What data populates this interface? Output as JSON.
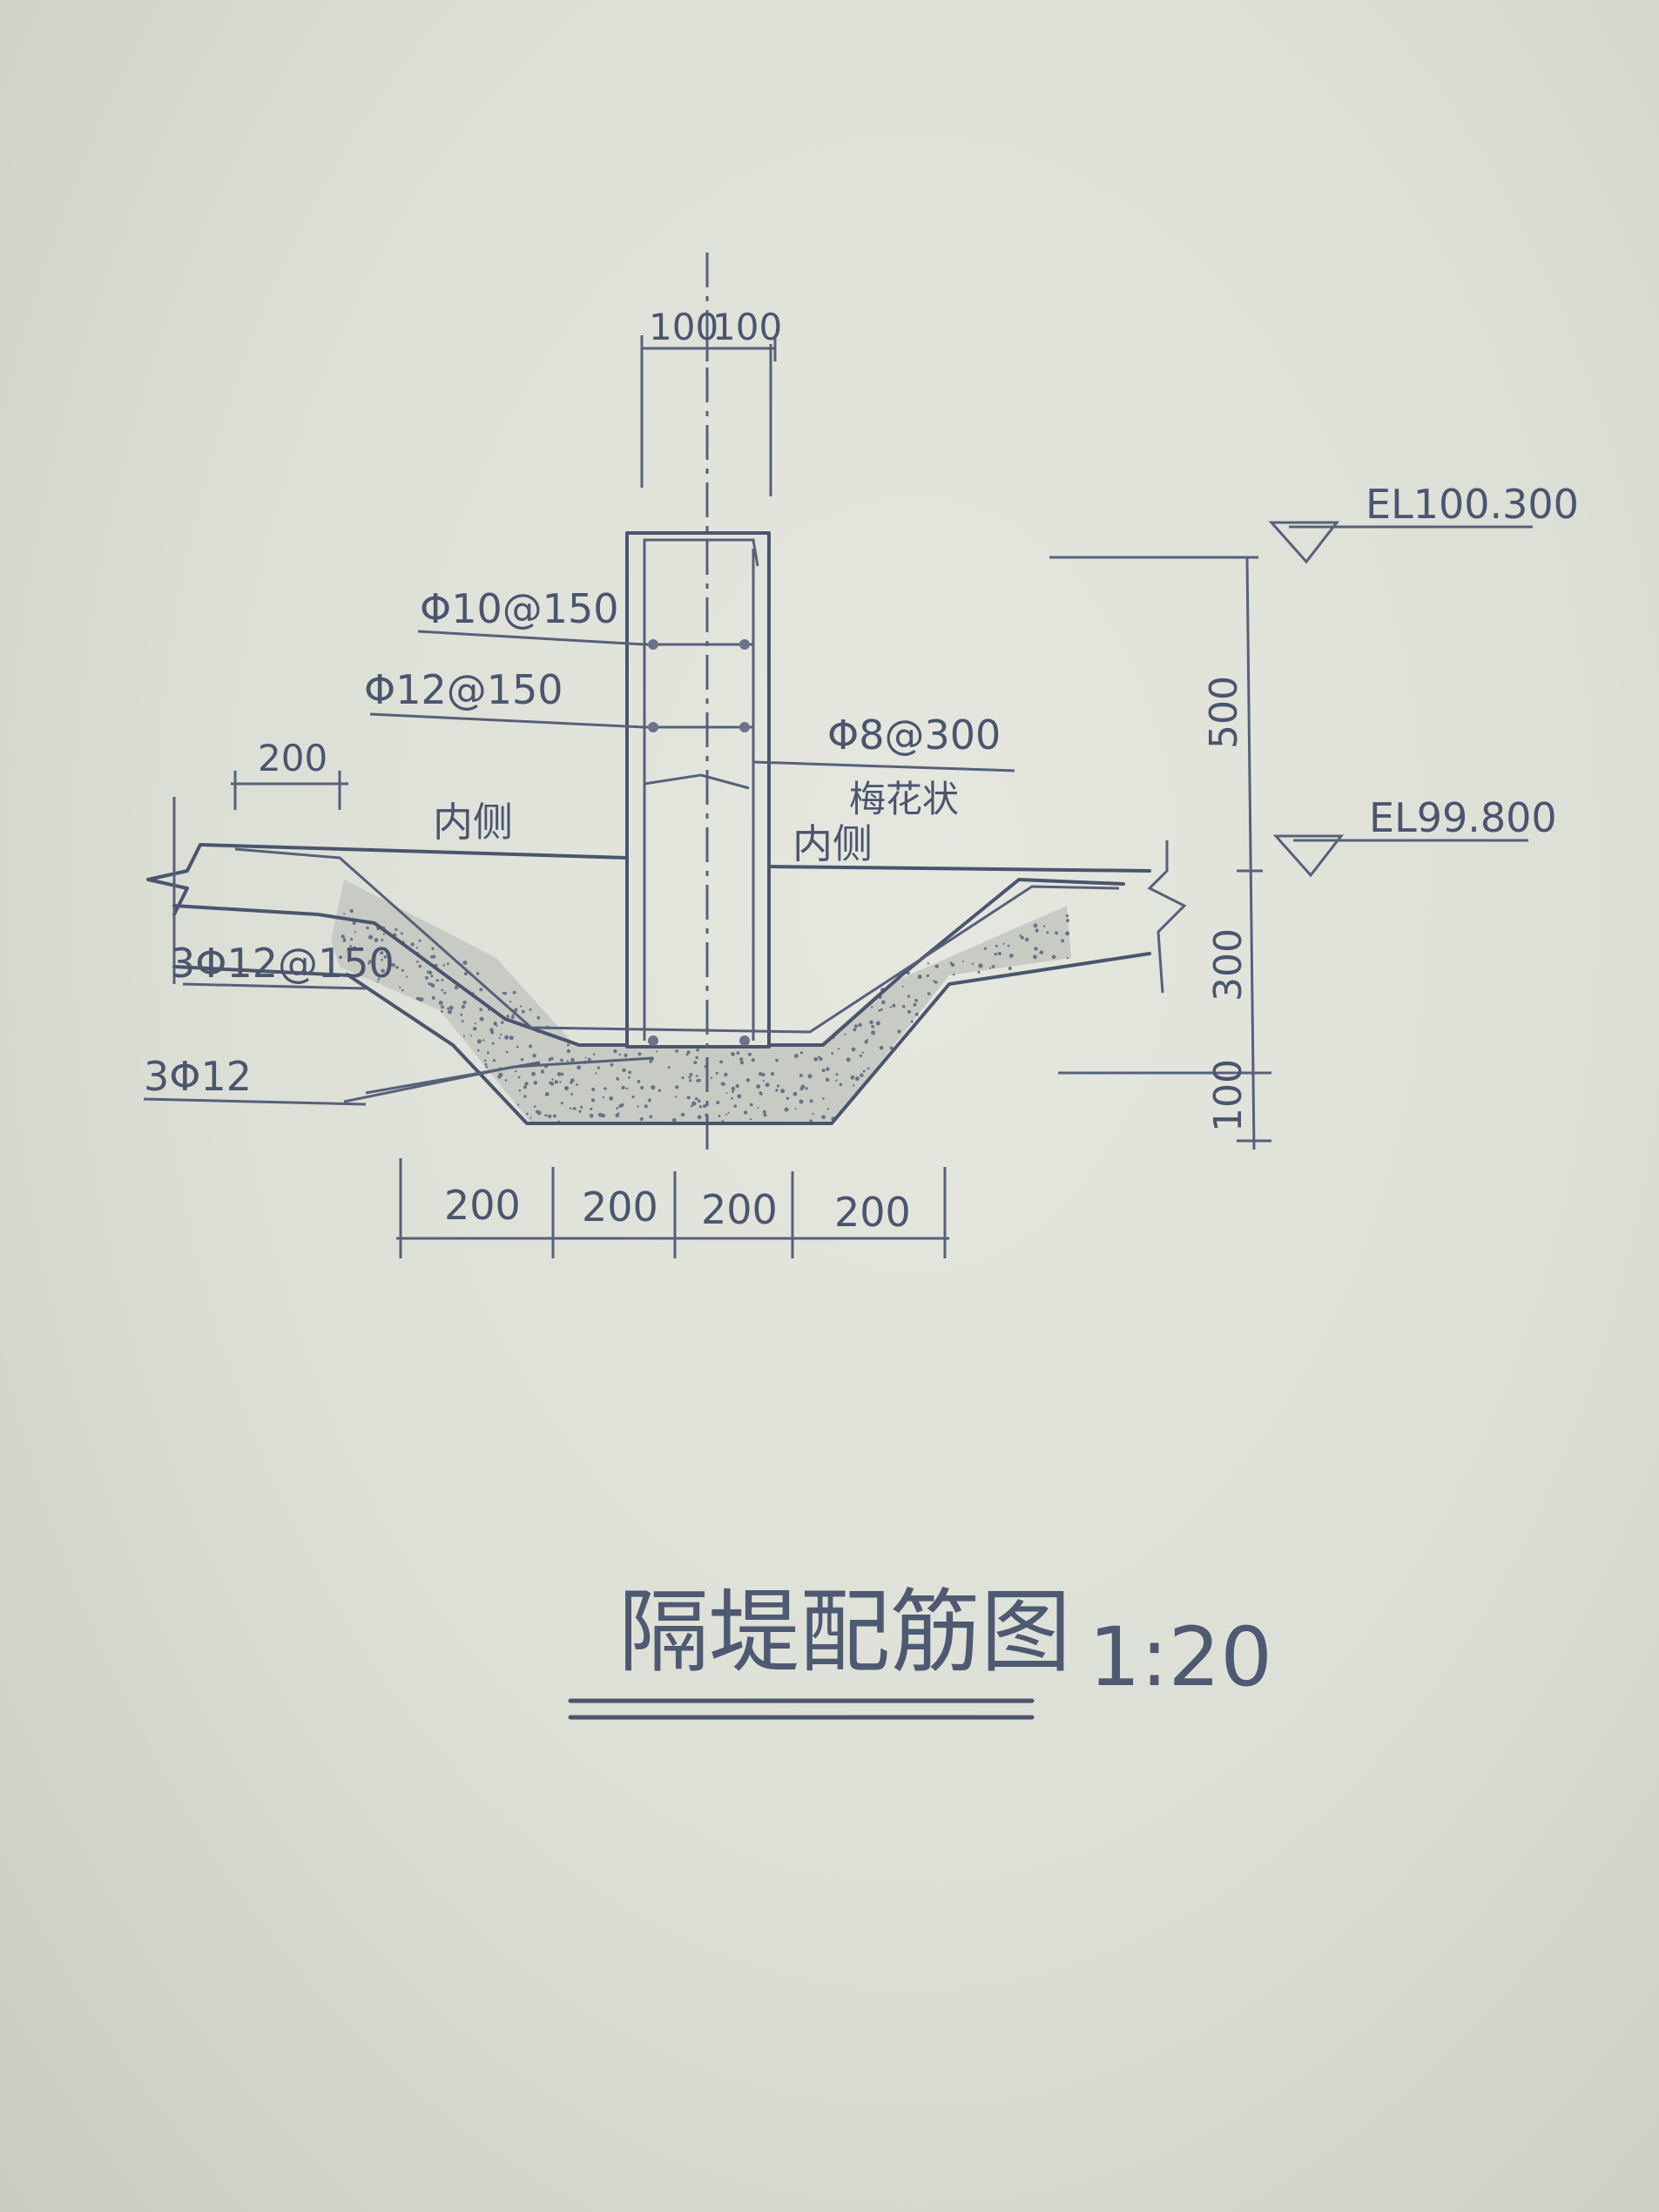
{
  "drawing": {
    "dimensions": {
      "wall_left": "100",
      "wall_right": "100",
      "top_left_200": "200",
      "bottom_1": "200",
      "bottom_2": "200",
      "bottom_3": "200",
      "bottom_4": "200",
      "v_500": "500",
      "v_300": "300",
      "v_100": "100"
    },
    "elevations": {
      "top": "EL100.300",
      "bottom": "EL99.800"
    },
    "rebar_labels": {
      "phi10": "Φ10@150",
      "phi12": "Φ12@150",
      "phi8": "Φ8@300",
      "plum": "梅花状",
      "left_slab": "3Φ12@150",
      "left_bottom": "3Φ12"
    },
    "side_labels": {
      "inner_left": "内侧",
      "inner_right": "内侧"
    }
  },
  "title": {
    "text": "隔堤配筋图",
    "scale": "1:20"
  }
}
